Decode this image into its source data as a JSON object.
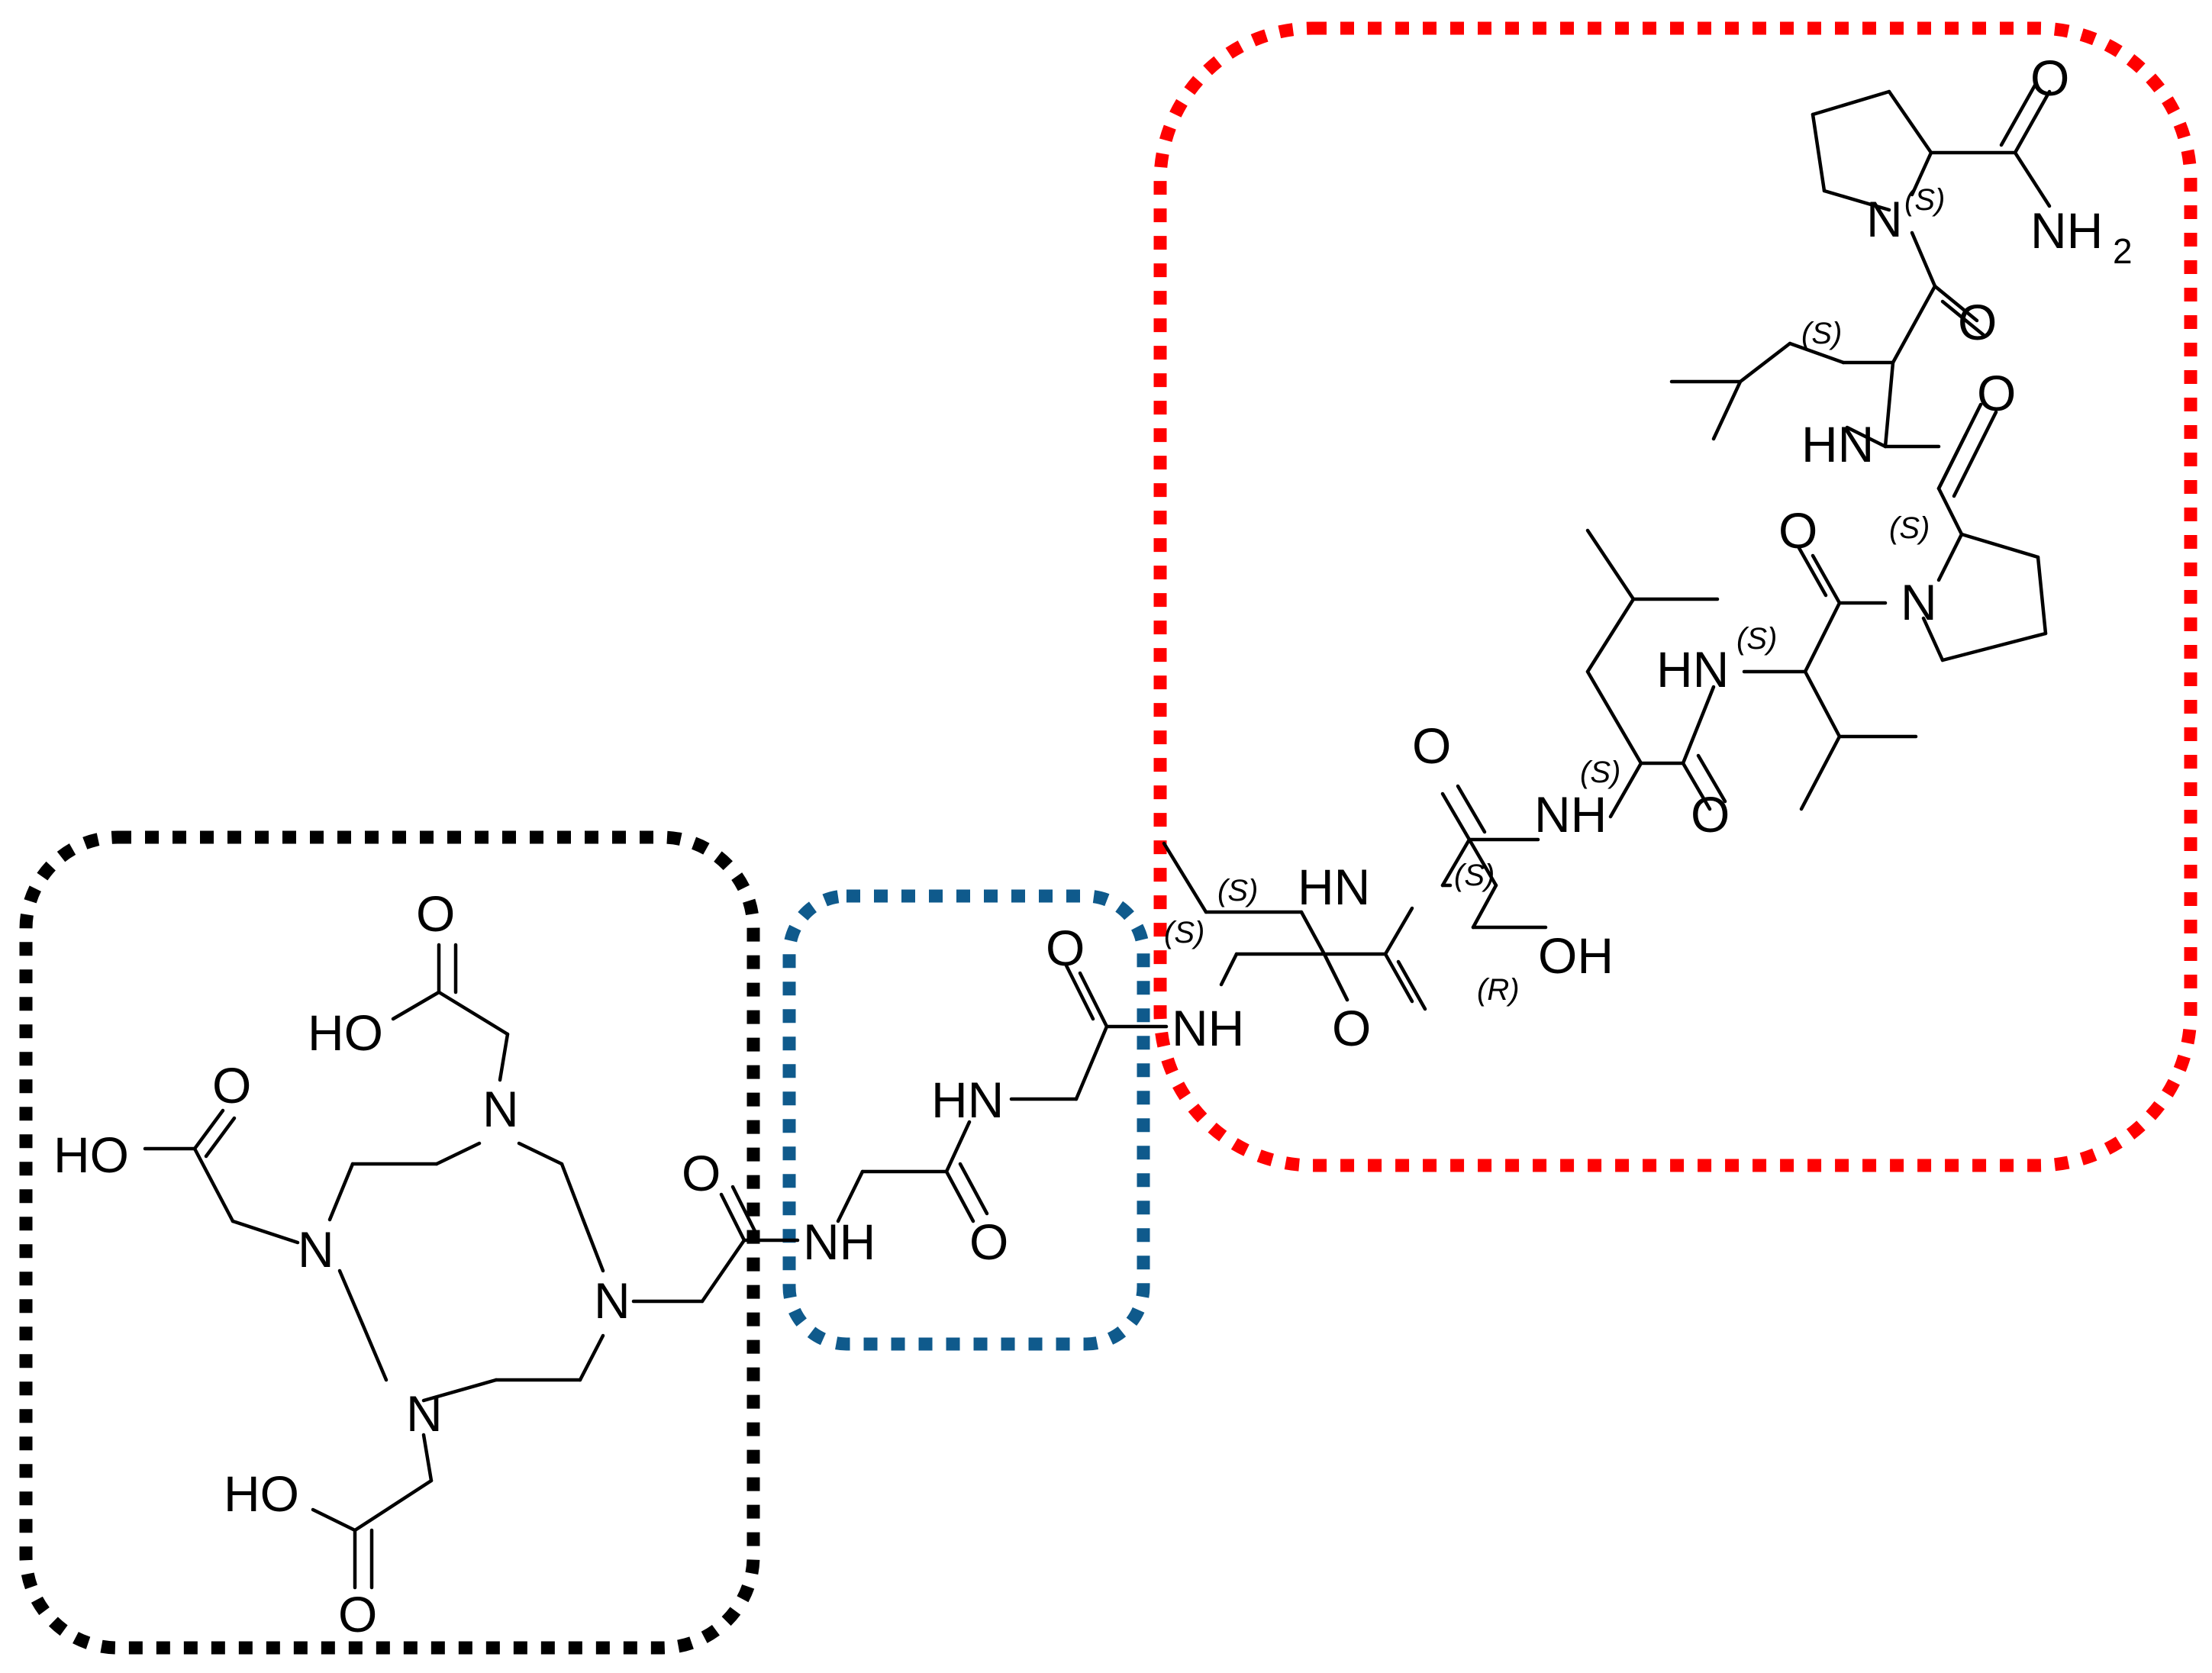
{
  "colors": {
    "chelator_box": "#000000",
    "spacer_box": "#0f5a8c",
    "peptide_box": "#ff0000",
    "bond": "#000000"
  },
  "atoms": {
    "ho_top": "HO",
    "o_top": "O",
    "ho_left": "HO",
    "o_left": "O",
    "n_ring_top": "N",
    "n_ring_left": "N",
    "n_ring_right": "N",
    "n_ring_bottom": "N",
    "ho_bottom": "HO",
    "o_bottom": "O",
    "o_linker": "O",
    "nh_gly1": "NH",
    "o_gly2": "O",
    "hn_gly2": "HN",
    "o_gly2b": "O",
    "nh_ile": "NH",
    "o_ile": "O",
    "hn_thr": "HN",
    "oh_thr": "OH",
    "o_thr": "O",
    "nh_leu1": "NH",
    "o_leu1": "O",
    "hn_val": "HN",
    "o_val": "O",
    "n_pro1": "N",
    "o_pro1": "O",
    "hn_leu2": "HN",
    "o_leu2": "O",
    "n_pro2": "N",
    "o_pro2": "O",
    "nh2_pro2": "NH",
    "nh2_sub": "2"
  },
  "stereo": {
    "ile_a": "(S)",
    "ile_b": "(S)",
    "thr_a": "(S)",
    "thr_b": "(R)",
    "leu1": "(S)",
    "val": "(S)",
    "pro1": "(S)",
    "leu2": "(S)",
    "pro2": "(S)"
  }
}
